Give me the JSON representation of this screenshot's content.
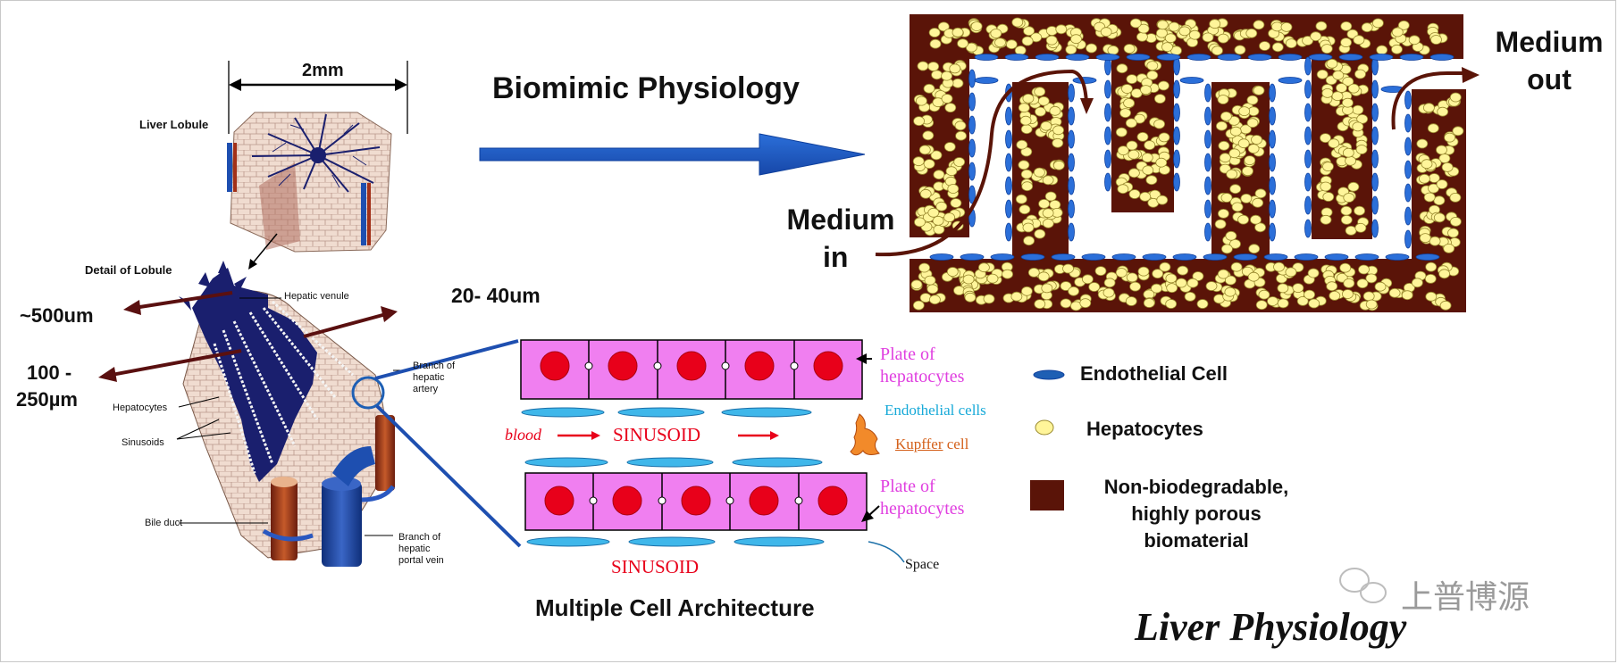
{
  "title_top": "Biomimic Physiology",
  "lobule": {
    "label": "Liver Lobule",
    "scale": "2mm",
    "detail_label": "Detail of Lobule",
    "hepatic_venule": "Hepatic venule",
    "hepatocytes": "Hepatocytes",
    "sinusoids": "Sinusoids",
    "bile_duct": "Bile duct",
    "branch_artery": [
      "Branch of",
      "hepatic",
      "artery"
    ],
    "branch_portal": [
      "Branch of",
      "hepatic",
      "portal vein"
    ]
  },
  "dimensions": {
    "d500": "~500um",
    "d100_line1": "100 -",
    "d100_line2": "250µm",
    "d20": "20- 40um"
  },
  "device": {
    "medium_in_line1": "Medium",
    "medium_in_line2": "in",
    "medium_out_line1": "Medium",
    "medium_out_line2": "out"
  },
  "architecture": {
    "plate_line1": "Plate of",
    "plate_line2": "hepatocytes",
    "endothelial": "Endothelial cells",
    "blood": "blood",
    "sinusoid": "SINUSOID",
    "kupffer": "Kupffer",
    "kupffer_cell": " cell",
    "space": "Space",
    "caption": "Multiple Cell Architecture"
  },
  "legend": [
    {
      "label": "Endothelial Cell",
      "color": "#1e5fb4"
    },
    {
      "label": "Hepatocytes",
      "color": "#fff59a"
    },
    {
      "label_lines": [
        "Non-biodegradable,",
        "highly porous",
        "biomaterial"
      ],
      "color": "#5a1408"
    }
  ],
  "watermark": "上普博源",
  "footer_title": "Liver Physiology",
  "colors": {
    "arrow_blue": "#2a6fd6",
    "biomaterial": "#5a1408",
    "hepatocyte_plate": "#f07ff0",
    "nucleus": "#e8001a",
    "endothelial": "#3fb7ea",
    "plate_text": "#e040e0",
    "sinusoid_text": "#e8001a",
    "lobule_dark": "#1a1f6e",
    "dimension_arrow": "#5a1010"
  }
}
